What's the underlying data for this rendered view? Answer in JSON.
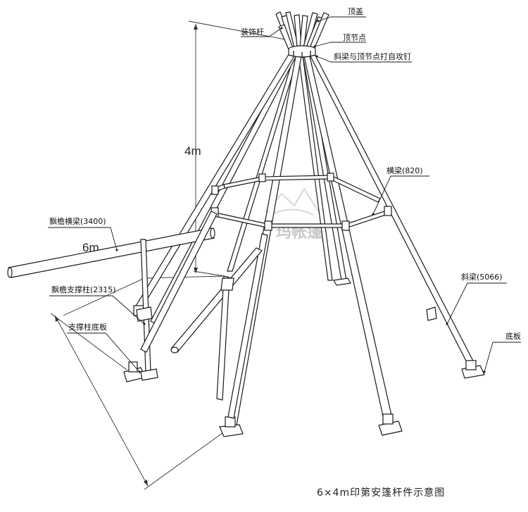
{
  "labels": {
    "top_cap": "顶盖",
    "decor_pole": "装饰杆",
    "top_node": "顶节点",
    "rafter_screw": "斜梁与顶节点打自攻钉",
    "cross_beam": "横梁(820)",
    "eave_beam": "飘檐横梁(3400)",
    "eave_post": "飘檐支撑柱(2315)",
    "post_base": "支撑柱底板",
    "rafter": "斜梁(5066)",
    "base_plate": "底板"
  },
  "dimensions": {
    "height": "4m",
    "width": "6m"
  },
  "caption": "6×4m印第安篷杆件示意图",
  "watermark": "玛帐篷"
}
